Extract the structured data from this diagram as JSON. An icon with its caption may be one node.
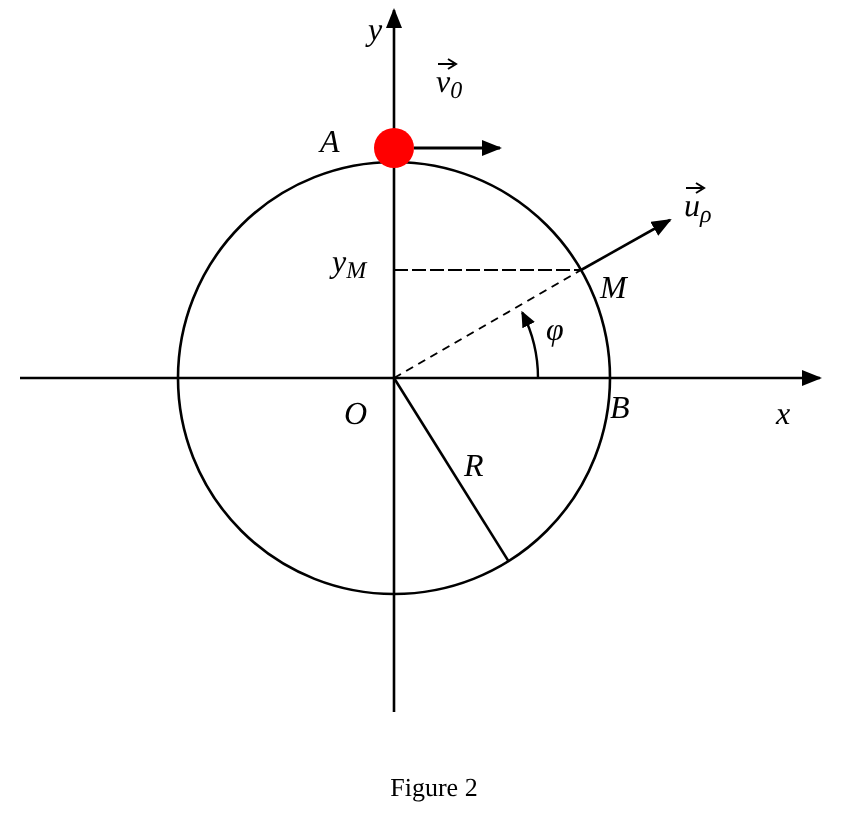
{
  "diagram": {
    "caption": "Figure 2",
    "labels": [
      "y",
      "v$_{0}$",
      "A",
      "u$_{ρ}$",
      "y$_{M}$",
      "M",
      "φ",
      "O",
      "B",
      "x",
      "R"
    ]
  }
}
